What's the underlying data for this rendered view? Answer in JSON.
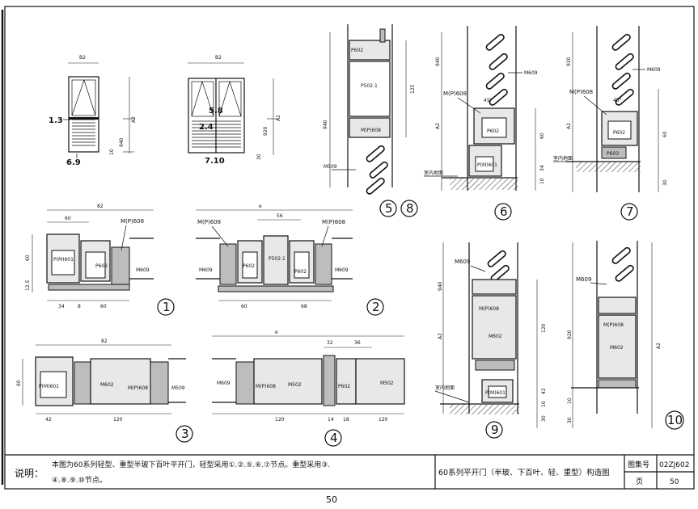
{
  "page_number": "50",
  "note": {
    "label": "说明：",
    "line1": "本图为60系列轻型、重型半玻下百叶平开门，轻型采用①.②.⑤.⑥.⑦节点。重型采用③.",
    "line2": "④.⑧.⑨.⑩节点。"
  },
  "title_block": {
    "title": "60系列平开门（半玻、下百叶、轻、重型）构造图",
    "atlas_label": "图集号",
    "atlas_value": "02ZJ602",
    "page_label": "页",
    "page_value": "50"
  },
  "elevations": {
    "single": {
      "width": "B2",
      "height": "A2",
      "dims": [
        "940",
        "10"
      ],
      "marks": [
        "1.3",
        "6.9"
      ]
    },
    "double": {
      "width": "B2",
      "height": "A2",
      "dims": [
        "920",
        "30"
      ],
      "marks": [
        "5.8",
        "2.4",
        "7.10"
      ]
    }
  },
  "nodes": {
    "n1": {
      "num": "1",
      "labels": [
        "P(M)601",
        "P602",
        "M609",
        "M(P)608"
      ],
      "dims_top": [
        "82",
        "60"
      ],
      "dims_bottom": [
        "34",
        "8",
        "60"
      ],
      "dim_side": [
        "60",
        "12.5"
      ]
    },
    "n2": {
      "num": "2",
      "labels": [
        "M(P)608",
        "M(P)608",
        "M609",
        "P602",
        "P502.1",
        "P602",
        "M609"
      ],
      "dims_top": [
        "e",
        "56"
      ],
      "dims_bottom": [
        "60",
        "68"
      ]
    },
    "n3": {
      "num": "3",
      "labels": [
        "P(M)601",
        "M602",
        "M(P)608",
        "M509"
      ],
      "dims_top": [
        "82"
      ],
      "dims_bottom": [
        "42",
        "120"
      ],
      "dim_side": [
        "60"
      ]
    },
    "n4": {
      "num": "4",
      "labels": [
        "M609",
        "M(P)608",
        "M502",
        "P602",
        "M502"
      ],
      "dims_top": [
        "e",
        "32",
        "36"
      ],
      "dims_bottom": [
        "120",
        "14",
        "18",
        "120"
      ]
    },
    "n58": {
      "num_a": "5",
      "num_b": "8",
      "labels": [
        "P602",
        "P502.1",
        "M(P)608",
        "M509"
      ],
      "dims": [
        "940",
        "125"
      ]
    },
    "n6": {
      "num": "6",
      "labels": [
        "M609",
        "M(P)608",
        "45°",
        "P602",
        "P(M)601",
        "室内地面"
      ],
      "dims": [
        "A2",
        "940",
        "60",
        "34",
        "10"
      ]
    },
    "n7": {
      "num": "7",
      "labels": [
        "M609",
        "M(P)608",
        "45°",
        "P602",
        "P603",
        "室内地面"
      ],
      "dims": [
        "A2",
        "920",
        "60",
        "30"
      ]
    },
    "n9": {
      "num": "9",
      "labels": [
        "M609",
        "M(P)608",
        "M602",
        "P(M)601",
        "室内地面"
      ],
      "dims": [
        "A2",
        "940",
        "120",
        "42",
        "10",
        "30"
      ]
    },
    "n10": {
      "num": "10",
      "labels": [
        "M609",
        "M(P)608",
        "M602"
      ],
      "dims": [
        "920",
        "A2",
        "10",
        "30"
      ]
    }
  }
}
